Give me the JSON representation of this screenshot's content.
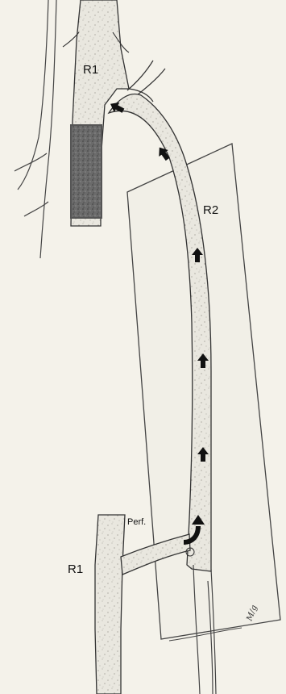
{
  "diagram": {
    "labels": {
      "r1_top": "R1",
      "r2": "R2",
      "perforator": "Perf.",
      "r1_bottom": "R1",
      "signature": "M/g"
    }
  }
}
